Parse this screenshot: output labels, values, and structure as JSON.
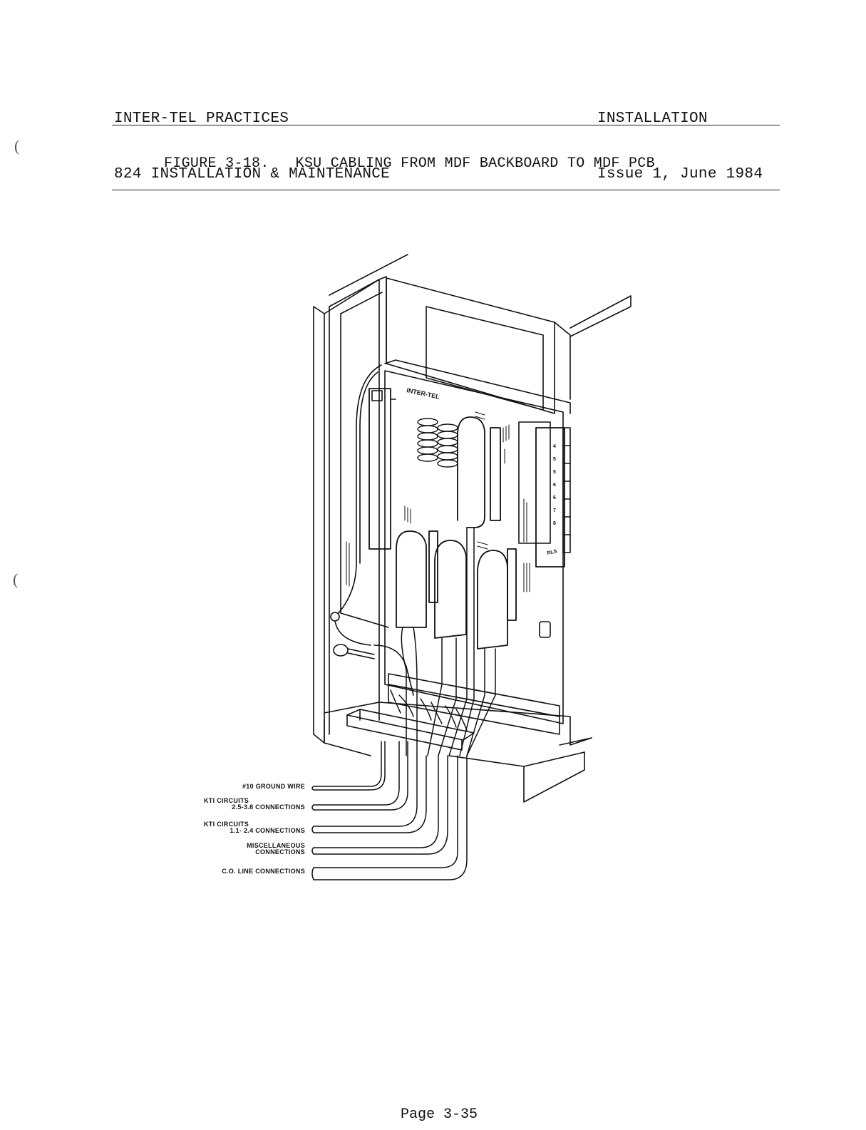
{
  "header": {
    "left_line1": "INTER-TEL PRACTICES",
    "left_line2": "824 INSTALLATION & MAINTENANCE",
    "right_line1": "INSTALLATION",
    "right_line2": "Issue 1, June 1984"
  },
  "figure": {
    "title": "FIGURE 3-18.   KSU CABLING FROM MDF BACKBOARD TO MDF PCB",
    "brand_text": "INTER-TEL",
    "slot_labels": [
      "4",
      "5",
      "5",
      "6",
      "6",
      "7",
      "8",
      "RLS"
    ],
    "cable_labels": [
      {
        "line1": "#10 GROUND WIRE",
        "line2": ""
      },
      {
        "line1": "KTI CIRCUITS",
        "line2": "2.5-3.8 CONNECTIONS"
      },
      {
        "line1": "KTI CIRCUITS",
        "line2": "1.1- 2.4 CONNECTIONS"
      },
      {
        "line1": "MISCELLANEOUS",
        "line2": "CONNECTIONS"
      },
      {
        "line1": "C.O. LINE CONNECTIONS",
        "line2": ""
      }
    ]
  },
  "footer": {
    "page": "Page 3-35"
  }
}
